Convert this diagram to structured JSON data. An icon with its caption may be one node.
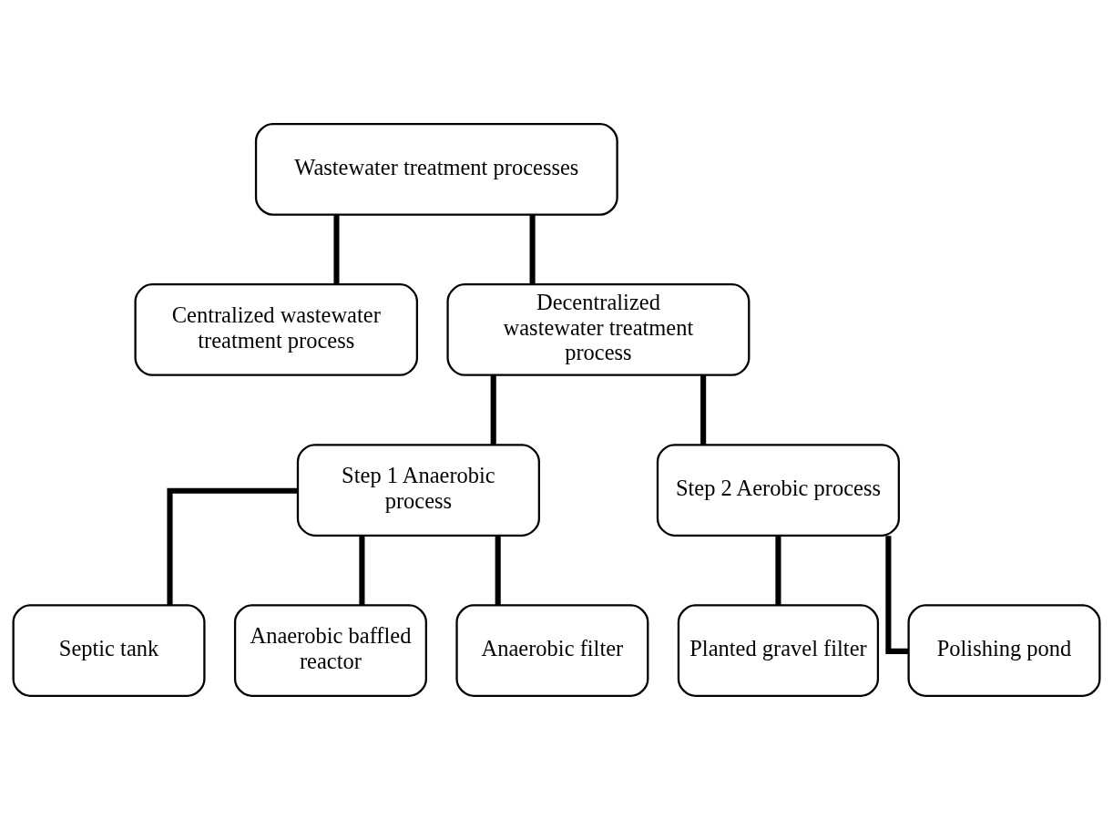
{
  "diagram": {
    "nodes": [
      {
        "text": [
          "Wastewater treatment processes"
        ]
      },
      {
        "text": [
          "Centralized wastewater treatment process"
        ]
      },
      {
        "text": [
          "Decentralized wastewater treatment process"
        ]
      },
      {
        "text": [
          "Step 1 Anaerobic process"
        ]
      },
      {
        "text": [
          "Step 2 Aerobic process"
        ]
      },
      {
        "text": [
          "Septic tank"
        ]
      },
      {
        "text": [
          "Anaerobic baffled reactor"
        ]
      },
      {
        "text": [
          "Anaerobic filter"
        ]
      },
      {
        "text": [
          "Planted gravel filter"
        ]
      },
      {
        "text": [
          "Polishing pond"
        ]
      }
    ],
    "edges": [
      {
        "from": 0,
        "to": 1,
        "arrow": "none"
      },
      {
        "from": 0,
        "to": 2,
        "arrow": "none"
      },
      {
        "from": 2,
        "to": 3,
        "arrow": "none"
      },
      {
        "from": 2,
        "to": 4,
        "arrow": "none"
      },
      {
        "from": 3,
        "to": 5,
        "arrow": "none"
      },
      {
        "from": 3,
        "to": 6,
        "arrow": "none"
      },
      {
        "from": 3,
        "to": 7,
        "arrow": "none"
      },
      {
        "from": 4,
        "to": 8,
        "arrow": "none"
      },
      {
        "from": 4,
        "to": 9,
        "arrow": "none"
      }
    ]
  }
}
